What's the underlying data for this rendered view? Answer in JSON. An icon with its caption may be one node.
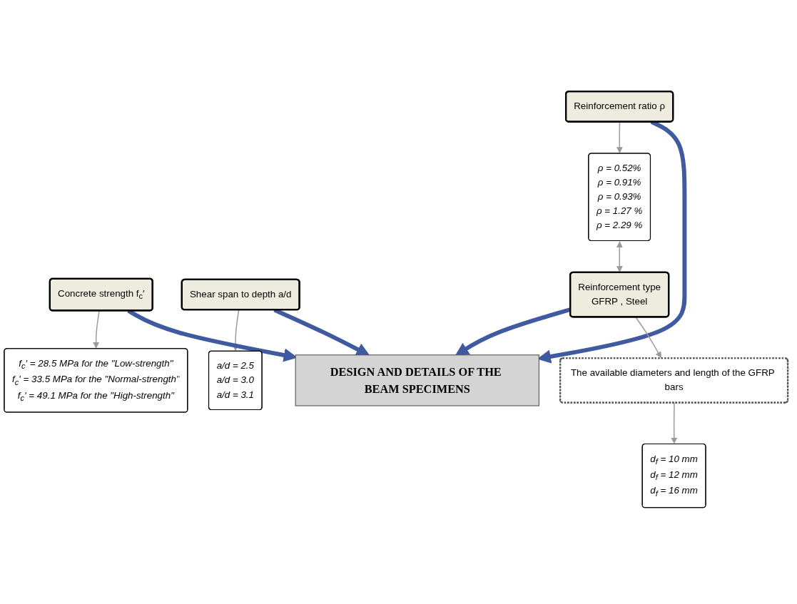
{
  "diagram": {
    "nodes": [
      {
        "text": [
          "f$_{c}$′ = 28.5 MPa for the \"Low-strength\"",
          "f$_{c}$′ = 33.5 MPa for the \"Normal-strength\"",
          "f$_{c}$′ = 49.1 MPa for the \"High-strength\""
        ]
      },
      {
        "text": [
          "ρ = 0.52%",
          "ρ = 0.91%",
          "ρ = 0.93%",
          "ρ = 1.27 %",
          "ρ = 2.29 %"
        ]
      },
      {
        "text": [
          "Reinforcement ratio ρ"
        ]
      },
      {
        "text": [
          "Concrete strength f$_{c}$′"
        ]
      },
      {
        "text": [
          "Shear span to depth a/d"
        ]
      },
      {
        "text": [
          "a/d = 2.5",
          "a/d = 3.0",
          "a/d = 3.1"
        ]
      },
      {
        "text": [
          "Reinforcement type",
          "GFRP , Steel"
        ]
      },
      {
        "text": [
          "DESIGN AND DETAILS OF THE BEAM SPECIMENS"
        ]
      },
      {
        "text": [
          "The available diameters and length of the GFRP bars"
        ]
      },
      {
        "text": [
          "d$_{f}$ = 10 mm",
          "d$_{f}$ = 12 mm",
          "d$_{f}$ = 16 mm"
        ]
      }
    ],
    "edges": [
      {
        "from": 3,
        "to": 0,
        "arrow": "to"
      },
      {
        "from": 2,
        "to": 1,
        "arrow": "to"
      },
      {
        "from": 4,
        "to": 5,
        "arrow": "to"
      },
      {
        "from": 1,
        "to": 6,
        "arrow": "both"
      },
      {
        "from": 2,
        "to": 7,
        "arrow": "to",
        "style": "thick",
        "color": "#3f5a9e"
      },
      {
        "from": 3,
        "to": 7,
        "arrow": "to",
        "style": "thick",
        "color": "#3f5a9e"
      },
      {
        "from": 4,
        "to": 7,
        "arrow": "to",
        "style": "thick",
        "color": "#3f5a9e"
      },
      {
        "from": 6,
        "to": 7,
        "arrow": "to",
        "style": "thick",
        "color": "#3f5a9e"
      },
      {
        "from": 6,
        "to": 8,
        "arrow": "to"
      },
      {
        "from": 8,
        "to": 9,
        "arrow": "to"
      }
    ]
  }
}
